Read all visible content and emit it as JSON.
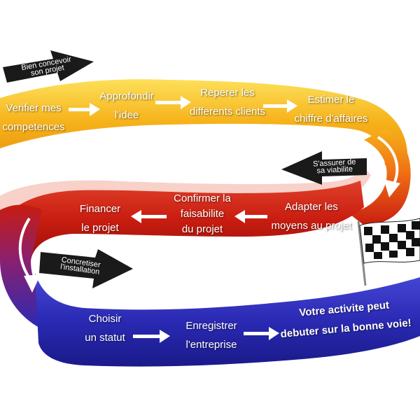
{
  "colors": {
    "yellow_band": "#f6b21a",
    "red_band": "#c81c10",
    "blue_band": "#2a2ab4",
    "arrow_fill": "#ffffff",
    "banner_fill": "#1a1a1a"
  },
  "banners": {
    "top": {
      "line1": "Bien concevoir",
      "line2": "son projet"
    },
    "middle": {
      "line1": "S'assurer de",
      "line2": "sa viabilite"
    },
    "bottom": {
      "line1": "Concretiser",
      "line2": "l'installation"
    }
  },
  "yellow_steps": [
    {
      "line1": "Verifier mes",
      "line2": "competences"
    },
    {
      "line1": "Approfondir",
      "line2": "l'idee"
    },
    {
      "line1": "Reperer les",
      "line2": "differents clients"
    },
    {
      "line1": "Estimer le",
      "line2": "chiffre d'affaires"
    }
  ],
  "red_steps": [
    {
      "line1": "Adapter les",
      "line2": "moyens au projet"
    },
    {
      "line1": "Confirmer la",
      "line2": "faisabilite",
      "line3": "du projet"
    },
    {
      "line1": "Financer",
      "line2": "le projet"
    }
  ],
  "blue_steps": [
    {
      "line1": "Choisir",
      "line2": "un statut"
    },
    {
      "line1": "Enregistrer",
      "line2": "l'entreprise"
    }
  ],
  "final": {
    "line1": "Votre activite peut",
    "line2": "debuter sur la bonne voie!"
  },
  "icons": {
    "flag": "checkered-flag-icon",
    "step_arrow": "right-arrow-icon"
  }
}
